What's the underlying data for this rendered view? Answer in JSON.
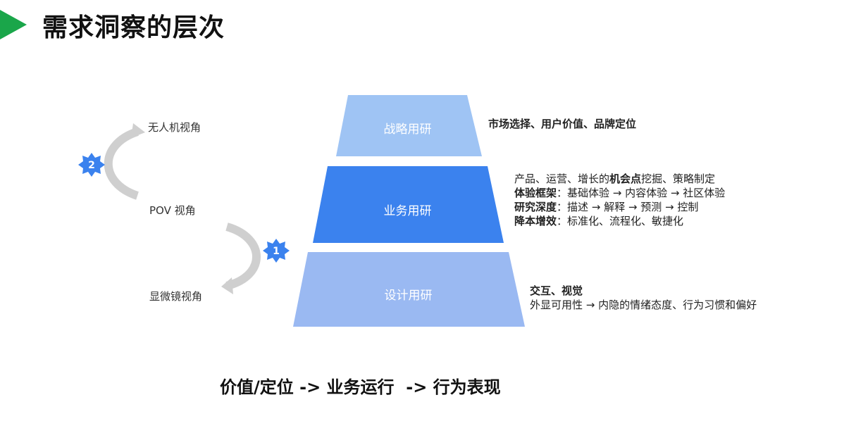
{
  "page": {
    "title": "需求洞察的层次"
  },
  "pyramid": {
    "tiers": [
      {
        "label": "战略用研",
        "color": "#9fc4f4"
      },
      {
        "label": "业务用研",
        "color": "#3b82ee"
      },
      {
        "label": "设计用研",
        "color": "#9ab9f2"
      }
    ]
  },
  "views": {
    "top": "无人机视角",
    "middle": "POV 视角",
    "bottom": "显微镜视角",
    "badge_top": "2",
    "badge_bottom": "1"
  },
  "descriptions": {
    "strategy": "市场选择、用户价值、品牌定位",
    "business": [
      {
        "prefix": "产品、运营、增长的",
        "bold": "机会点",
        "rest": "挖掘、策略制定"
      },
      {
        "prefix": "",
        "bold": "体验框架",
        "rest": "：基础体验 → 内容体验 → 社区体验"
      },
      {
        "prefix": "",
        "bold": "研究深度",
        "rest": "：描述 → 解释 → 预测 → 控制"
      },
      {
        "prefix": "",
        "bold": "降本增效",
        "rest": "：标准化、流程化、敏捷化"
      }
    ],
    "design_title": "交互、视觉",
    "design_detail": "外显可用性 → 内隐的情绪态度、行为习惯和偏好"
  },
  "footer": "价值/定位 -> 业务运行  -> 行为表现",
  "colors": {
    "accent_green": "#1aa64a",
    "badge_blue": "#3b82ee",
    "arc_gray": "#cfcfcf"
  }
}
